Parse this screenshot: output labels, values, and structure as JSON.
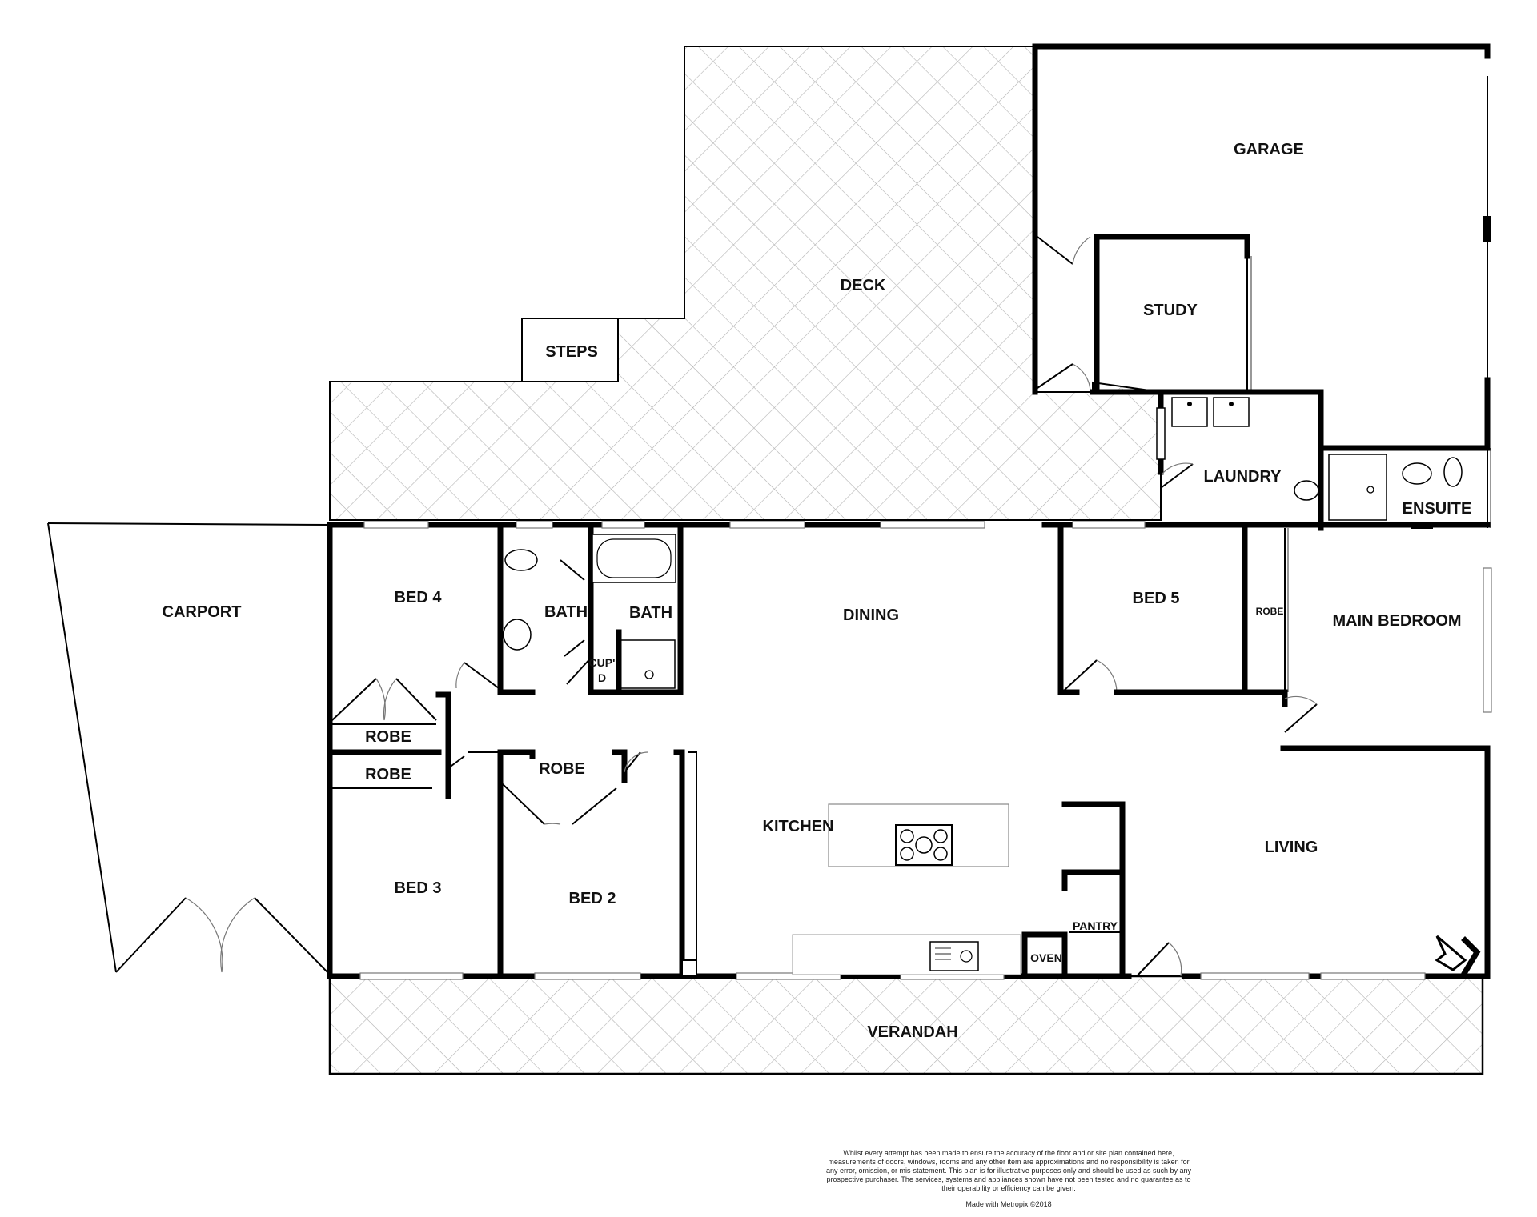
{
  "rooms": {
    "garage": "GARAGE",
    "deck": "DECK",
    "study": "STUDY",
    "steps": "STEPS",
    "laundry": "LAUNDRY",
    "ensuite": "ENSUITE",
    "carport": "CARPORT",
    "bed4": "BED 4",
    "bath1": "BATH",
    "bath2": "BATH",
    "dining": "DINING",
    "bed5": "BED 5",
    "robe_main": "ROBE",
    "main_bedroom": "MAIN BEDROOM",
    "cupd_1": "CUP'",
    "cupd_2": "D",
    "robe_bed4": "ROBE",
    "robe_bed3": "ROBE",
    "robe_bed2": "ROBE",
    "kitchen": "KITCHEN",
    "living": "LIVING",
    "bed3": "BED 3",
    "bed2": "BED 2",
    "pantry": "PANTRY",
    "oven": "OVEN",
    "verandah": "VERANDAH"
  },
  "footer": {
    "disclaimer": "Whilst every attempt has been made to ensure the accuracy of the floor and or site plan contained here, measurements of doors, windows, rooms and any other item are approximations and no responsibility is taken for any error, omission, or mis-statement. This plan is for illustrative purposes only and should be used as such by any prospective purchaser. The services, systems and appliances shown have not been tested and no guarantee as to their operability or efficiency can be given.",
    "credit": "Made with Metropix ©2018"
  }
}
